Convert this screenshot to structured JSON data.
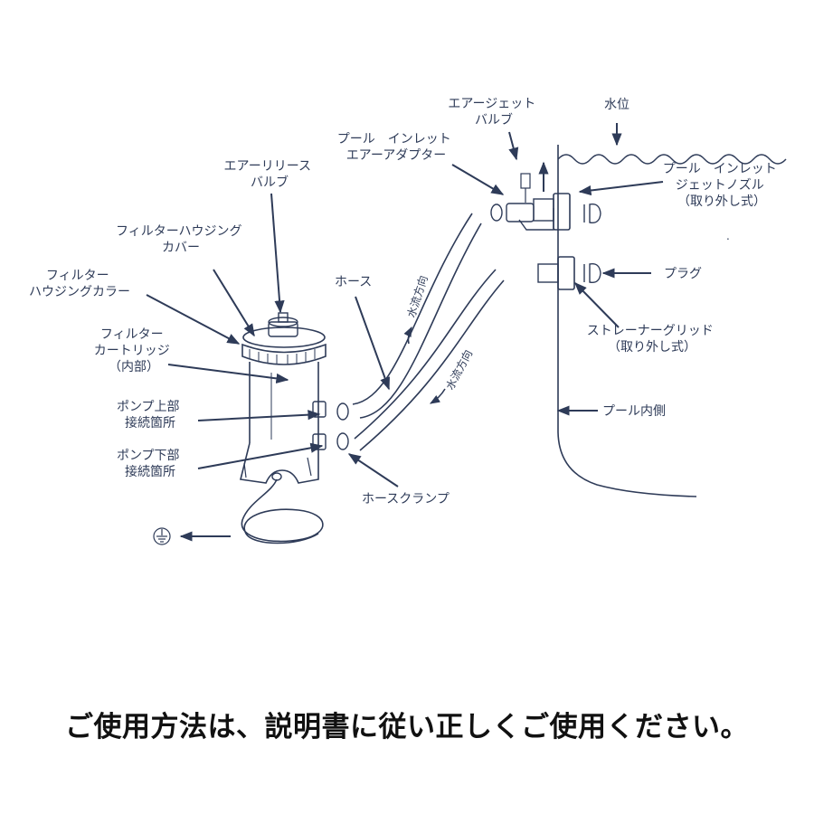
{
  "labels": {
    "water_level": "水位",
    "air_jet_valve": [
      "エアージェット",
      "バルブ"
    ],
    "inlet_adapter": [
      "プール　インレット",
      "エアーアダプター"
    ],
    "air_release_valve": [
      "エアーリリース",
      "バルブ"
    ],
    "inlet_jet_nozzle": [
      "プール　インレット",
      "ジェットノズル",
      "（取り外し式）"
    ],
    "housing_cover": [
      "フィルターハウジング",
      "カバー"
    ],
    "housing_collar": [
      "フィルター",
      "ハウジングカラー"
    ],
    "hose": "ホース",
    "flow_direction_1": "水流方向",
    "flow_direction_2": "水流方向",
    "plug": "プラグ",
    "filter_cartridge": [
      "フィルター",
      "カートリッジ",
      "（内部）"
    ],
    "strainer_grid": [
      "ストレーナーグリッド",
      "（取り外し式）"
    ],
    "pump_upper": [
      "ポンプ上部",
      "接続箇所"
    ],
    "pool_inner_wall": "プール内側",
    "pump_lower": [
      "ポンプ下部",
      "接続箇所"
    ],
    "hose_clamp": "ホースクランプ"
  },
  "notice": "ご使用方法は、説明書に従い正しくご使用ください。",
  "colors": {
    "line": "#2e3b58",
    "notice": "#111111",
    "background": "#ffffff"
  },
  "icons": [
    "ground-icon"
  ]
}
